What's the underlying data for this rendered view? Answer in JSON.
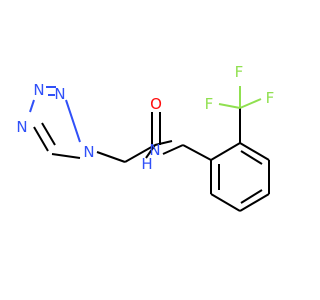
{
  "molecule": {
    "atoms": {
      "n1": "N",
      "n2": "N",
      "n3": "N",
      "n4": "N",
      "o": "O",
      "nh": "N",
      "h": "H",
      "f1": "F",
      "f2": "F",
      "f3": "F"
    },
    "colors": {
      "nitrogen": "#3050F8",
      "oxygen": "#FF0D0D",
      "fluorine": "#90E050",
      "carbon": "#000000"
    }
  }
}
